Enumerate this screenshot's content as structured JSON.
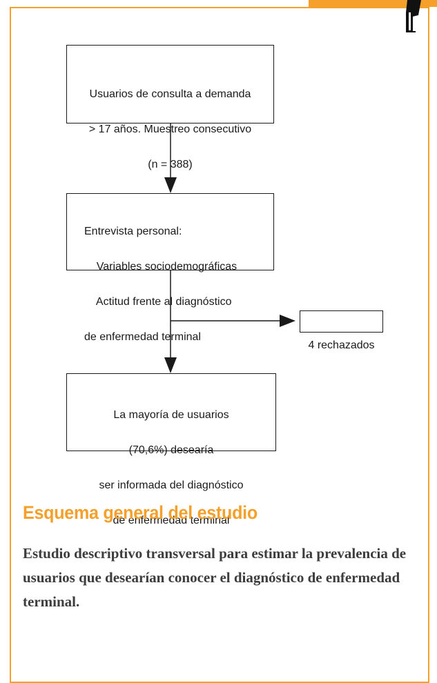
{
  "flowchart": {
    "box1": {
      "lines": [
        "Usuarios de consulta a demanda",
        "> 17 años. Muestreo consecutivo",
        "(n = 388)"
      ]
    },
    "box2": {
      "lines": [
        "Entrevista personal:",
        "    Variables sociodemográficas",
        "    Actitud frente al diagnóstico",
        "de enfermedad terminal"
      ]
    },
    "side_box": {
      "text": "4 rechazados"
    },
    "box4": {
      "lines": [
        "La mayoría de usuarios",
        "(70,6%) desearía",
        "ser informada del diagnóstico",
        "de enfermedad terminal"
      ]
    }
  },
  "heading": "Esquema general del estudio",
  "description": "Estudio descriptivo transversal para estimar la prevalencia de usuarios que desearían conocer el diagnóstico de enfermedad terminal.",
  "colors": {
    "accent": "#f5a02a",
    "text": "#3d3d3d",
    "lines": "#1a1a1a"
  }
}
